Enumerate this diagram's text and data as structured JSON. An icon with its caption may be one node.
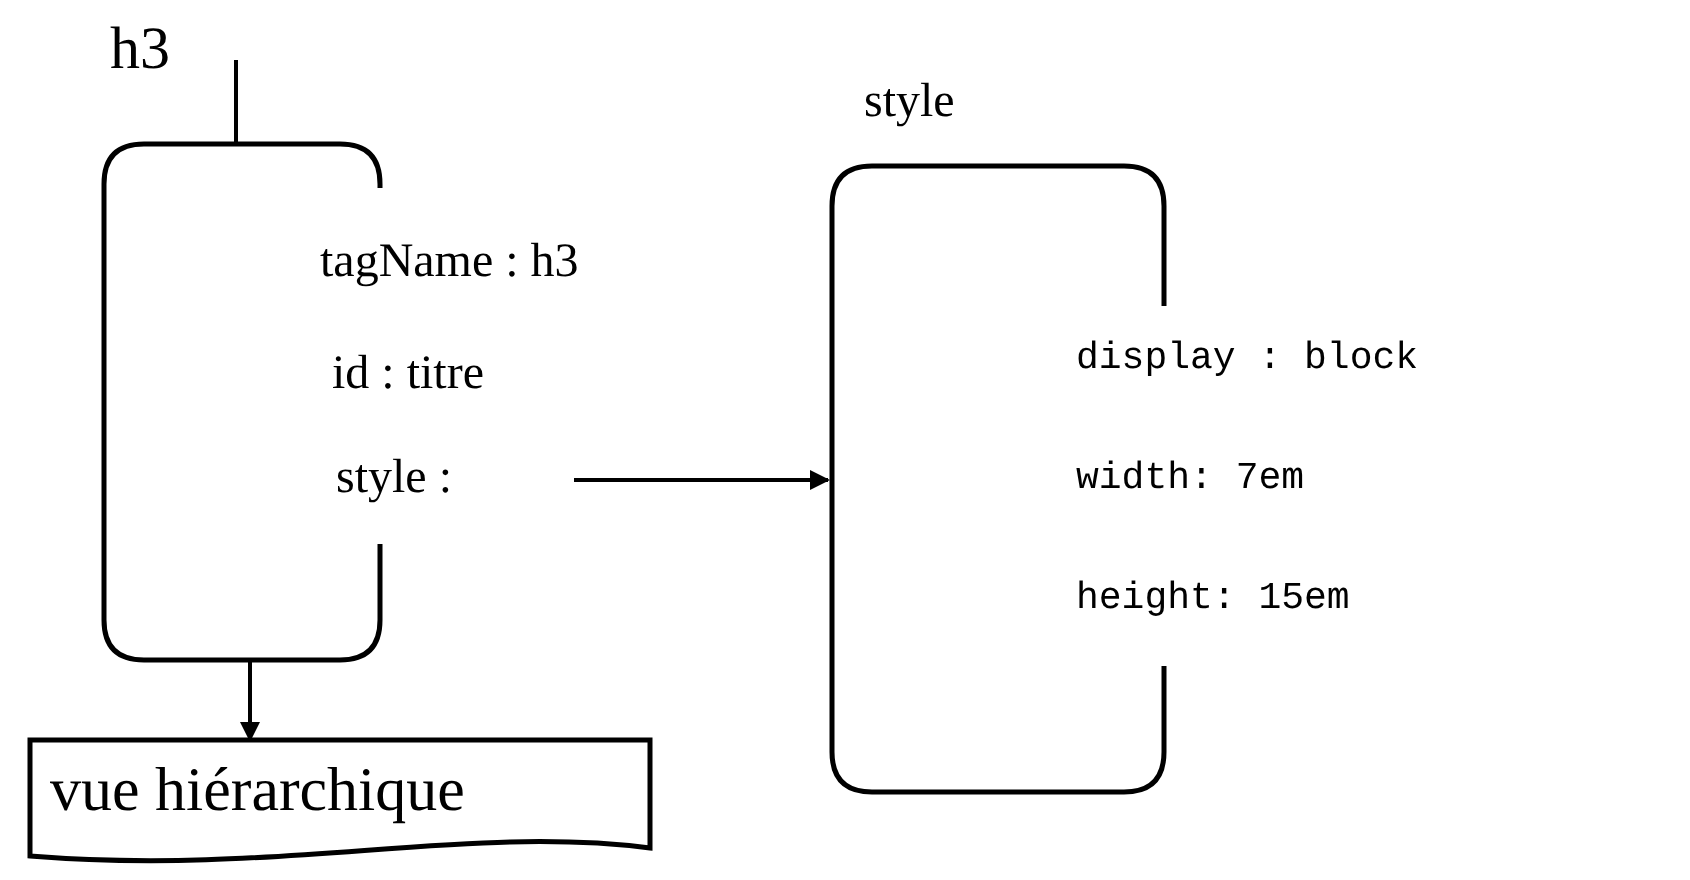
{
  "diagram": {
    "nodes": [
      {
        "text": [
          "h3"
        ]
      },
      {
        "text": [
          "tagName : h3",
          "id : titre",
          "style :"
        ]
      },
      {
        "text": [
          "style",
          "display : block",
          "width: 7em",
          "height: 15em"
        ]
      },
      {
        "text": [
          "vue hiérarchique"
        ]
      }
    ],
    "edges": [
      {
        "from": 0,
        "to": 1,
        "arrow": "none"
      },
      {
        "from": 1,
        "to": 2,
        "arrow": "to"
      },
      {
        "from": 1,
        "to": 3,
        "arrow": "to"
      }
    ]
  }
}
